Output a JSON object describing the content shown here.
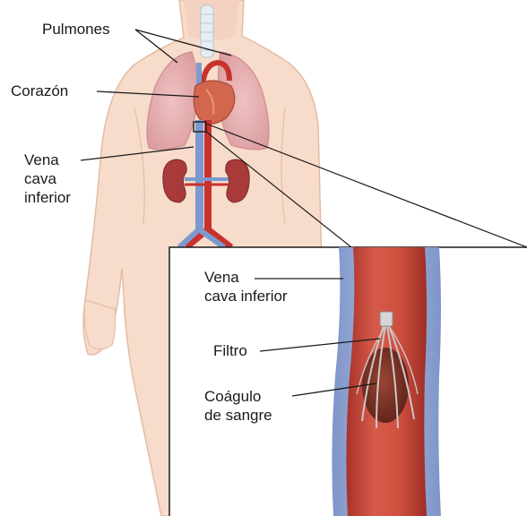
{
  "labels": {
    "lungs": "Pulmones",
    "heart": "Corazón",
    "ivc_main_line1": "Vena",
    "ivc_main_line2": "cava",
    "ivc_main_line3": "inferior",
    "ivc_inset_line1": "Vena",
    "ivc_inset_line2": "cava inferior",
    "filter": "Filtro",
    "clot_line1": "Coágulo",
    "clot_line2": "de sangre"
  },
  "colors": {
    "skin": "#f7dccb",
    "skin_outline": "#e4bca5",
    "lung": "#e9b2b3",
    "heart": "#c8584b",
    "artery": "#c8322e",
    "vein": "#7c9ad0",
    "kidney": "#a93a3a",
    "vessel_wall": "#8fa4d4",
    "vessel_lumen": "#c44a3c",
    "clot": "#7a3326",
    "filter_metal": "#b8b8b8"
  }
}
